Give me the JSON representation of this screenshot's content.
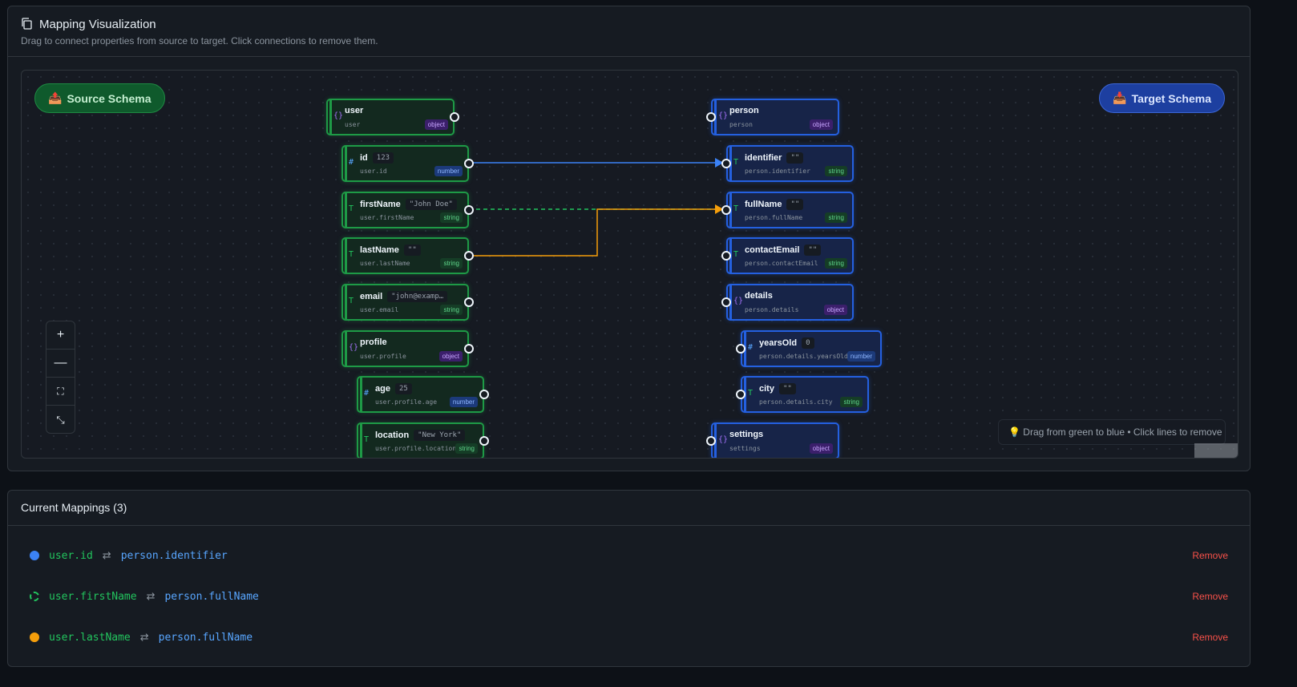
{
  "header": {
    "title": "Mapping Visualization",
    "description": "Drag to connect properties from source to target. Click connections to remove them."
  },
  "canvas": {
    "source_label": "Source Schema",
    "target_label": "Target Schema",
    "source_emoji": "📤",
    "target_emoji": "📥",
    "hint": "💡 Drag from green to blue • Click lines to remove",
    "zoom_controls": [
      "+",
      "—",
      "⛶",
      "⤡"
    ],
    "source_nodes": [
      {
        "name": "user",
        "value": null,
        "path": "user",
        "type": "object",
        "icon": "{}"
      },
      {
        "name": "id",
        "value": "123",
        "path": "user.id",
        "type": "number",
        "icon": "#"
      },
      {
        "name": "firstName",
        "value": "\"John Doe\"",
        "path": "user.firstName",
        "type": "string",
        "icon": "T"
      },
      {
        "name": "lastName",
        "value": "\"\"",
        "path": "user.lastName",
        "type": "string",
        "icon": "T"
      },
      {
        "name": "email",
        "value": "\"john@examp…",
        "path": "user.email",
        "type": "string",
        "icon": "T"
      },
      {
        "name": "profile",
        "value": null,
        "path": "user.profile",
        "type": "object",
        "icon": "{}"
      },
      {
        "name": "age",
        "value": "25",
        "path": "user.profile.age",
        "type": "number",
        "icon": "#"
      },
      {
        "name": "location",
        "value": "\"New York\"",
        "path": "user.profile.location",
        "type": "string",
        "icon": "T"
      }
    ],
    "target_nodes": [
      {
        "name": "person",
        "value": null,
        "path": "person",
        "type": "object",
        "icon": "{}"
      },
      {
        "name": "identifier",
        "value": "\"\"",
        "path": "person.identifier",
        "type": "string",
        "icon": "T"
      },
      {
        "name": "fullName",
        "value": "\"\"",
        "path": "person.fullName",
        "type": "string",
        "icon": "T"
      },
      {
        "name": "contactEmail",
        "value": "\"\"",
        "path": "person.contactEmail",
        "type": "string",
        "icon": "T"
      },
      {
        "name": "details",
        "value": null,
        "path": "person.details",
        "type": "object",
        "icon": "{}"
      },
      {
        "name": "yearsOld",
        "value": "0",
        "path": "person.details.yearsOld",
        "type": "number",
        "icon": "#"
      },
      {
        "name": "city",
        "value": "\"\"",
        "path": "person.details.city",
        "type": "string",
        "icon": "T"
      },
      {
        "name": "settings",
        "value": null,
        "path": "settings",
        "type": "object",
        "icon": "{}"
      }
    ]
  },
  "mappings": {
    "title": "Current Mappings (3)",
    "items": [
      {
        "source": "user.id",
        "target": "person.identifier",
        "color": "#3b82f6",
        "style": "solid",
        "remove": "Remove"
      },
      {
        "source": "user.firstName",
        "target": "person.fullName",
        "color": "#22c55e",
        "style": "dashed",
        "remove": "Remove"
      },
      {
        "source": "user.lastName",
        "target": "person.fullName",
        "color": "#f59e0b",
        "style": "solid",
        "remove": "Remove"
      }
    ]
  }
}
